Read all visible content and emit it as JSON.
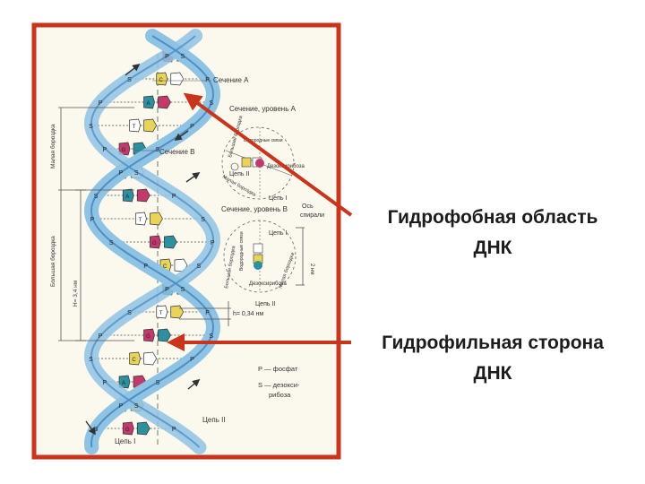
{
  "colors": {
    "frame": "#c8351c",
    "arrow": "#c8351c",
    "backbone": "#8fc3e4",
    "backbone_dark": "#4f8fc4",
    "base_magenta": "#c23a6b",
    "base_teal": "#2e8f9e",
    "base_yellow": "#e8d45a",
    "base_white": "#ffffff",
    "text": "#1c1c1c"
  },
  "callouts": {
    "hydrophobic": {
      "line1": "Гидрофобная область",
      "line2": "ДНК"
    },
    "hydrophilic": {
      "line1": "Гидрофильная сторона",
      "line2": "ДНК"
    }
  },
  "diagram": {
    "labels": {
      "section_a": "Сечение А",
      "section_a_level": "Сечение, уровень А",
      "section_b": "Сечение В",
      "section_b_level": "Сечение, уровень В",
      "minor_groove": "Малая бороздка",
      "major_groove": "Большая бороздка",
      "minor_groove_short": "Малая бороздка",
      "major_groove_short": "Большая бороздка",
      "chain_1": "Цепь I",
      "chain_2": "Цепь II",
      "helix_axis_line1": "Ось",
      "helix_axis_line2": "спирали",
      "deoxyribose": "Дезоксирибоза",
      "hydrogen_bonds": "Водородные связи",
      "pitch": "H= 3,4 нм",
      "rise": "h= 0,34 нм",
      "diameter": "2 нм",
      "legend_p": "Р — фосфат",
      "legend_s_line1": "S — дезокси-",
      "legend_s_line2": "рибоза"
    },
    "strand_letters": {
      "phosphate": "P",
      "sugar": "S",
      "base_a": "A",
      "base_t": "T",
      "base_g": "G",
      "base_c": "C"
    }
  }
}
